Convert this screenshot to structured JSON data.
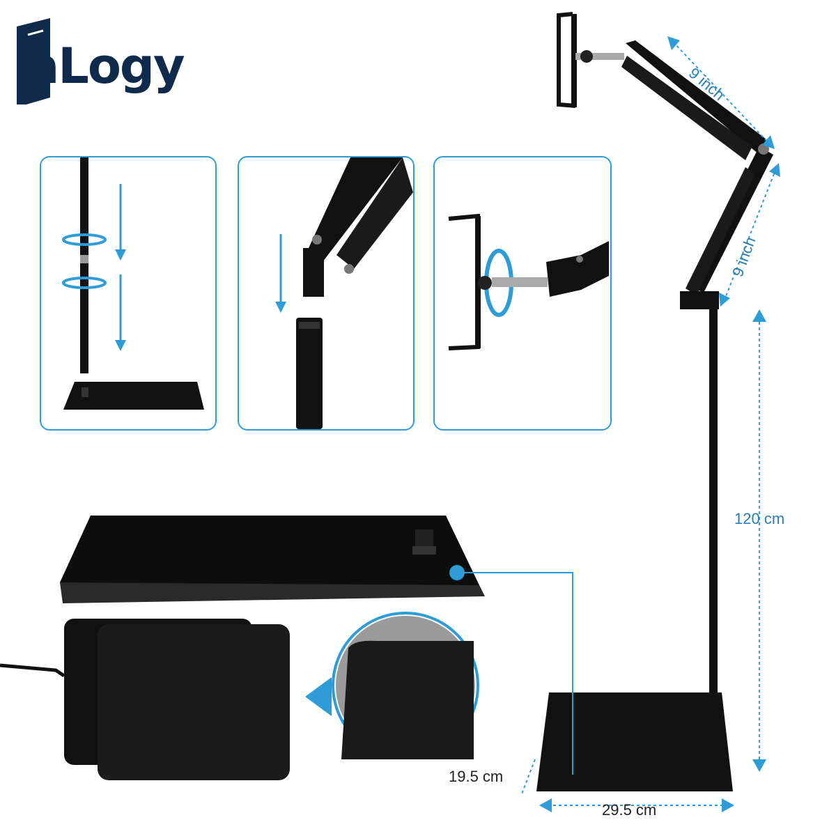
{
  "brand": {
    "logo_text": "aLogy",
    "color": "#0f2a4a"
  },
  "accent_color": "#2e9cd6",
  "dimensions": {
    "arm_upper": "9  inch",
    "arm_lower": "9  inch",
    "pole_height": "120 cm",
    "base_depth": "19.5 cm",
    "base_width": "29.5 cm"
  },
  "panels": [
    {
      "icon": "pole-assembly-icon"
    },
    {
      "icon": "arm-mount-icon"
    },
    {
      "icon": "tablet-clamp-rotate-icon"
    }
  ]
}
